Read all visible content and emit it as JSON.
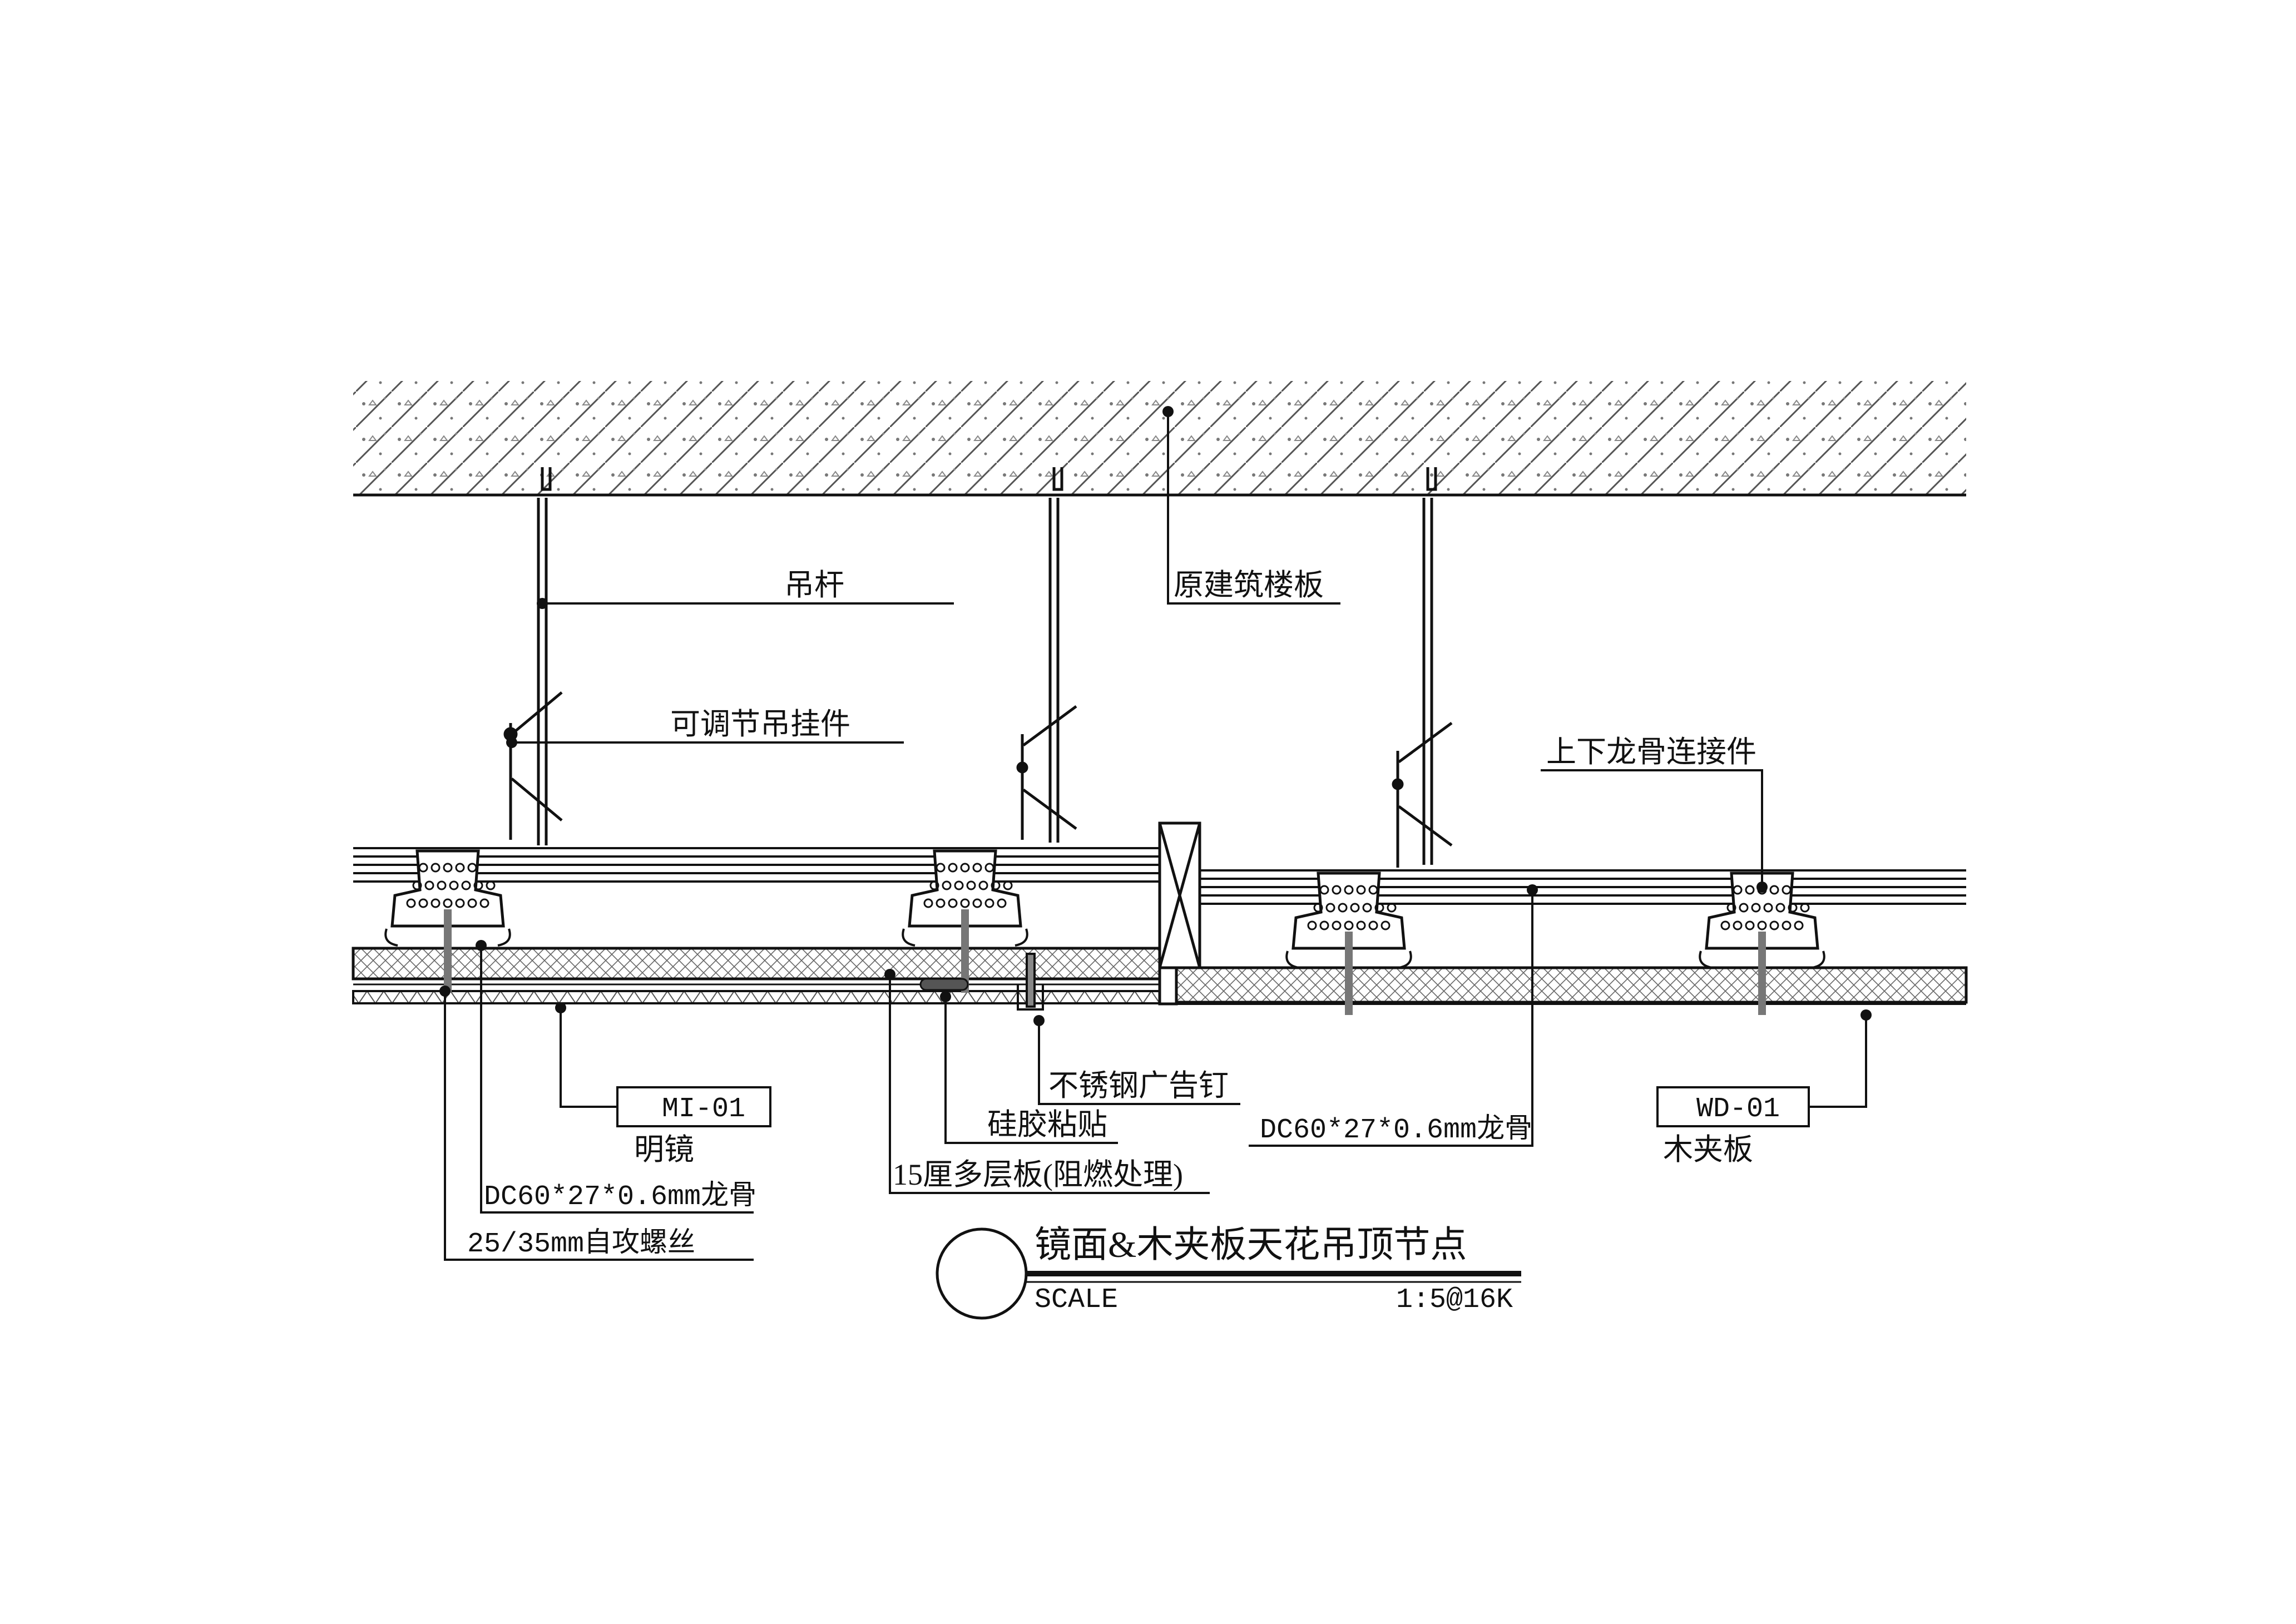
{
  "drawing": {
    "title": "镜面&木夹板天花吊顶节点",
    "scale_label": "SCALE",
    "scale_value": "1:5@16K"
  },
  "labels": {
    "hanger_rod": "吊杆",
    "adjustable_hanger": "可调节吊挂件",
    "original_slab": "原建筑楼板",
    "keel_connector": "上下龙骨连接件",
    "steel_nail": "不锈钢广告钉",
    "silicone_bond": "硅胶粘贴",
    "multilayer_board": "15厘多层板(阻燃处理)",
    "keel_right": "DC60*27*0.6mm龙骨",
    "keel_left": "DC60*27*0.6mm龙骨",
    "screw": "25/35mm自攻螺丝"
  },
  "tags": {
    "mirror_code": "MI-01",
    "mirror_name": "明镜",
    "wood_code": "WD-01",
    "wood_name": "木夹板"
  },
  "colors": {
    "line": "#111111",
    "hatch": "#555555",
    "screw": "#666666"
  }
}
